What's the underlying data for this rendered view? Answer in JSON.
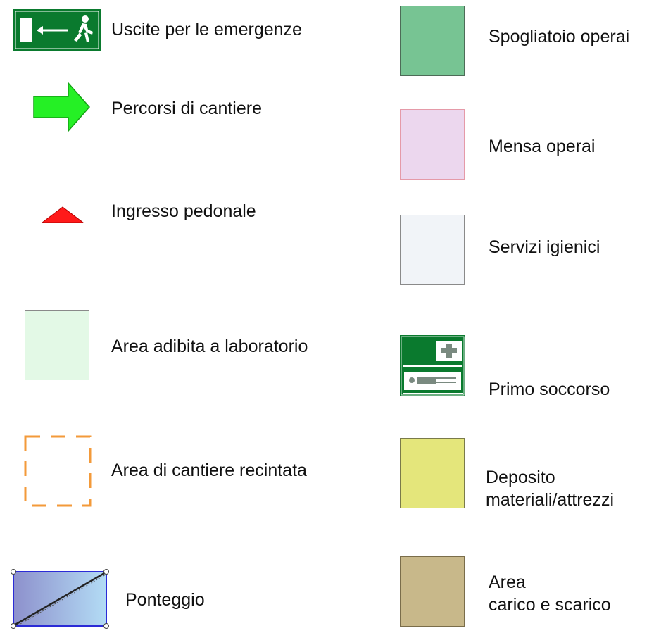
{
  "legend": {
    "left": [
      {
        "label": "Uscite per le emergenze",
        "icon": "emergency-exit-icon"
      },
      {
        "label": "Percorsi di cantiere",
        "icon": "green-arrow-icon"
      },
      {
        "label": "Ingresso pedonale",
        "icon": "red-triangle-icon"
      },
      {
        "label": "Area adibita a laboratorio",
        "icon": "swatch"
      },
      {
        "label": "Area di cantiere recintata",
        "icon": "dashed-fence-icon"
      },
      {
        "label": "Ponteggio",
        "icon": "scaffolding-icon"
      }
    ],
    "right": [
      {
        "label": "Spogliatoio operai",
        "color": "#77c493"
      },
      {
        "label": "Mensa operai",
        "color": "#ecd7ee"
      },
      {
        "label": "Servizi igienici",
        "color": "#f1f4f8"
      },
      {
        "label": "Primo soccorso",
        "icon": "first-aid-icon"
      },
      {
        "label_line1": "Deposito",
        "label_line2": "materiali/attrezzi",
        "color": "#e4e67b"
      },
      {
        "label_line1": "Area",
        "label_line2": "carico e scarico",
        "color": "#c8b88a"
      }
    ]
  },
  "colors": {
    "exit_green": "#0a7a2e",
    "route_green": "#25f025",
    "entrance_red": "#ff1a1a",
    "lab_fill": "#e3f9e6",
    "fence_orange": "#f39a3a",
    "scaffold_blue": "#2b2bd6"
  }
}
